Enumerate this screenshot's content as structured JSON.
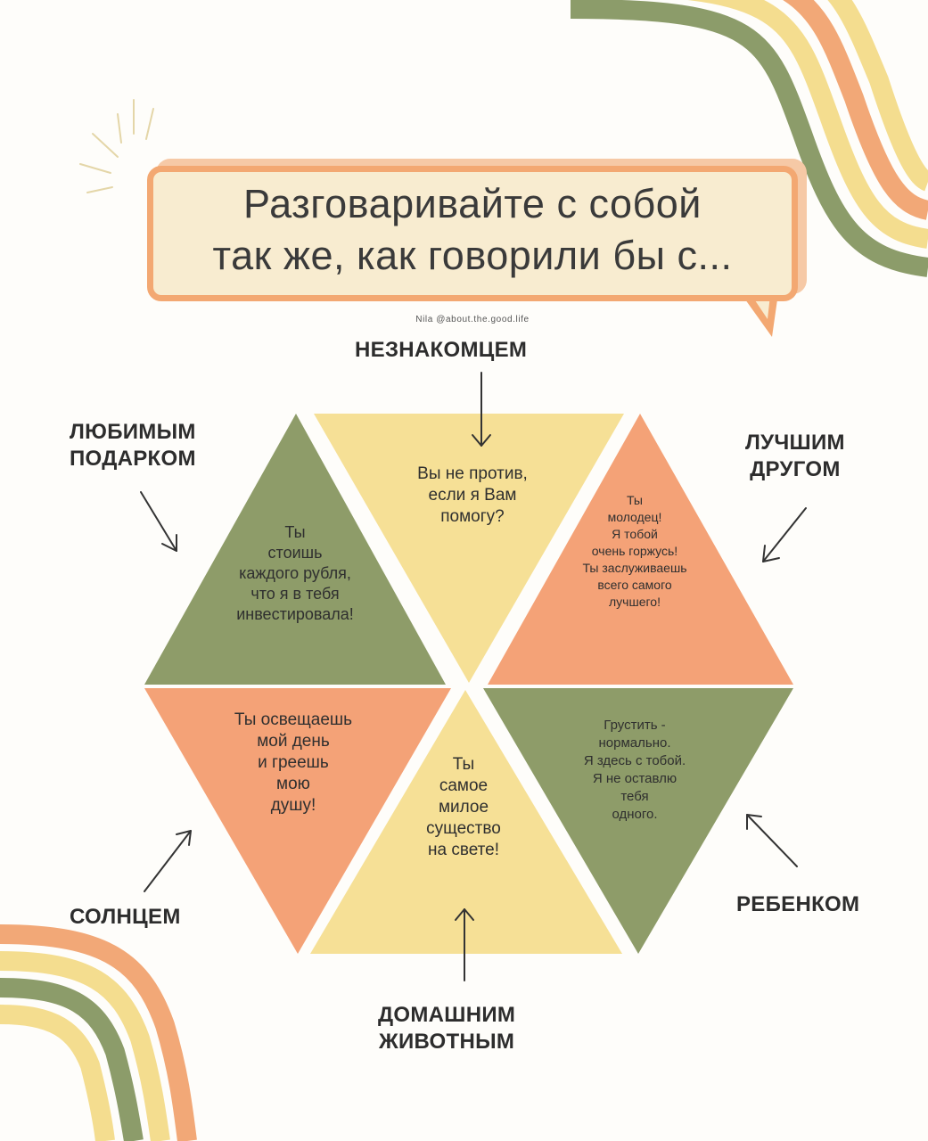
{
  "headline": {
    "line1": "Разговаривайте с собой",
    "line2": "так же, как говорили бы с..."
  },
  "credit": "Nila @about.the.good.life",
  "colors": {
    "green": "#8e9c69",
    "yellow": "#f6e096",
    "orange": "#f4a277",
    "bubble_fill": "#f8ecd0",
    "bubble_border": "#f3a872",
    "stripe_green": "#8c9c6a",
    "stripe_yellow": "#f4dd8f",
    "stripe_orange": "#f2a877"
  },
  "segments": [
    {
      "label": "НЕЗНАКОМЦЕМ",
      "lines": [
        "Вы не против,",
        "если я Вам",
        "помогу?"
      ]
    },
    {
      "label": "ЛУЧШИМ ДРУГОМ",
      "label_lines": [
        "ЛУЧШИМ",
        "ДРУГОМ"
      ],
      "lines": [
        "Ты",
        "молодец!",
        "Я тобой",
        "очень горжусь!",
        "Ты заслуживаешь",
        "всего самого",
        "лучшего!"
      ]
    },
    {
      "label": "РЕБЕНКОМ",
      "lines": [
        "Грустить -",
        "нормально.",
        "Я здесь с тобой.",
        "Я не оставлю",
        "тебя",
        "одного."
      ]
    },
    {
      "label": "ДОМАШНИМ ЖИВОТНЫМ",
      "label_lines": [
        "ДОМАШНИМ",
        "ЖИВОТНЫМ"
      ],
      "lines": [
        "Ты",
        "самое",
        "милое",
        "существо",
        "на свете!"
      ]
    },
    {
      "label": "СОЛНЦЕМ",
      "lines": [
        "Ты освещаешь",
        "мой день",
        "и греешь",
        "мою",
        "душу!"
      ]
    },
    {
      "label": "ЛЮБИМЫМ ПОДАРКОМ",
      "label_lines": [
        "ЛЮБИМЫМ",
        "ПОДАРКОМ"
      ],
      "lines": [
        "Ты",
        "стоишь",
        "каждого рубля,",
        "что я в тебя",
        "инвестировала!"
      ]
    }
  ]
}
